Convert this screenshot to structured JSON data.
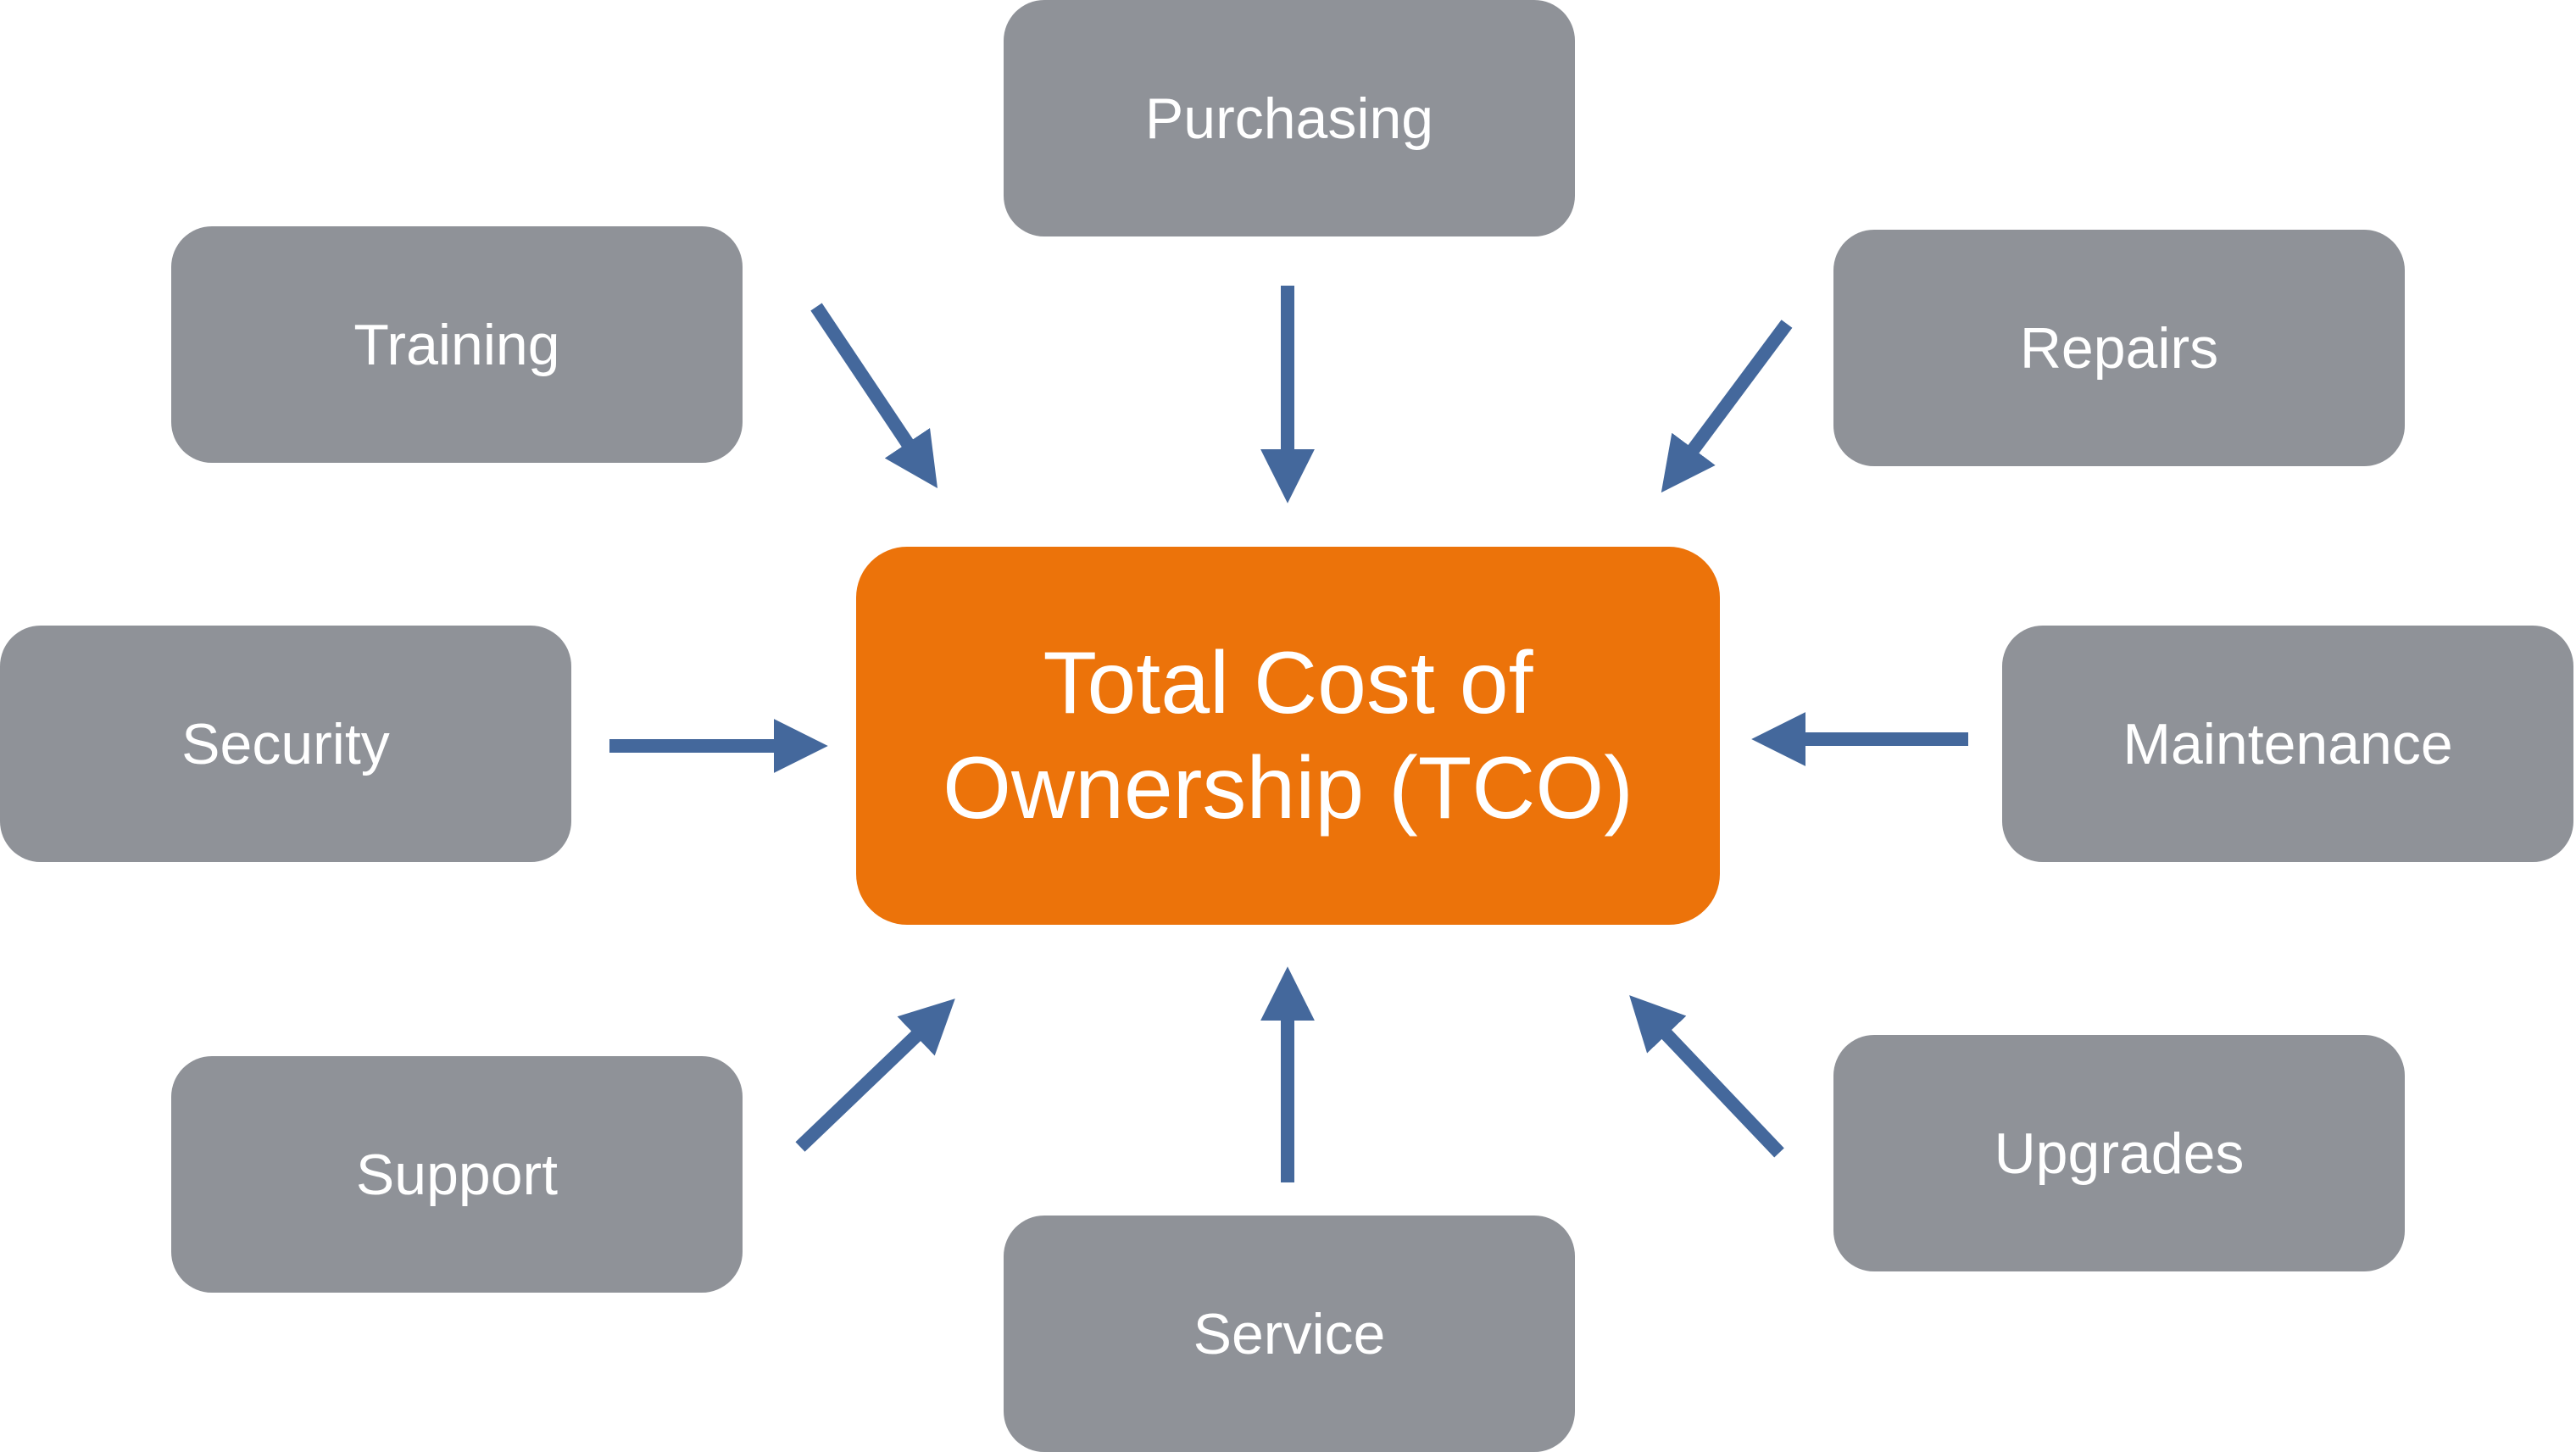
{
  "center": {
    "label": "Total Cost of Ownership (TCO)"
  },
  "factors": {
    "purchasing": "Purchasing",
    "training": "Training",
    "repairs": "Repairs",
    "security": "Security",
    "maintenance": "Maintenance",
    "support": "Support",
    "service": "Service",
    "upgrades": "Upgrades"
  },
  "colors": {
    "box": "#8f9298",
    "center": "#ec730a",
    "arrow": "#44689c"
  }
}
